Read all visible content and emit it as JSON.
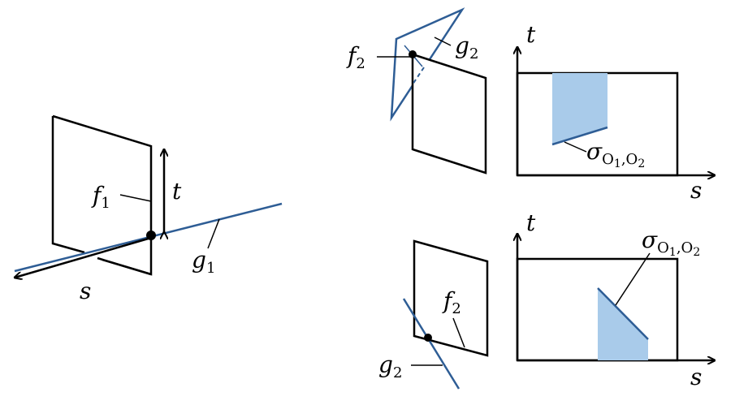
{
  "colors": {
    "ink": "#000000",
    "line_blue": "#2E5D95",
    "fill_blue": "#A9CBEA"
  },
  "left_figure": {
    "f_label": "f",
    "f_sub": "1",
    "t_label": "t",
    "g_label": "g",
    "g_sub": "1",
    "s_label": "s"
  },
  "top_right": {
    "f_label": "f",
    "f_sub": "2",
    "g_label": "g",
    "g_sub": "2",
    "axis_t": "t",
    "axis_s": "s",
    "sigma": "σ",
    "sigma_sub_o": "O",
    "sigma_sub_1": "1",
    "sigma_sep": ",",
    "sigma_sub_o2": "O",
    "sigma_sub_2": "2"
  },
  "bottom_right": {
    "f_label": "f",
    "f_sub": "2",
    "g_label": "g",
    "g_sub": "2",
    "axis_t": "t",
    "axis_s": "s",
    "sigma": "σ",
    "sigma_sub_o": "O",
    "sigma_sub_1": "1",
    "sigma_sep": ",",
    "sigma_sub_o2": "O",
    "sigma_sub_2": "2"
  }
}
